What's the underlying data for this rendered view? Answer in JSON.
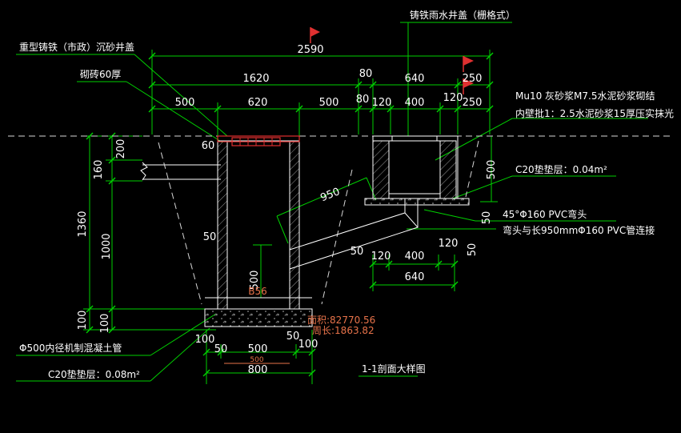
{
  "title": "1-1剖面大样图",
  "labels": {
    "grate_cover": "铸铁雨水井盖（栅格式）",
    "heavy_cover": "重型铸铁（市政）沉砂井盖",
    "brick_60": "砌砖60厚",
    "mortar_line1": "Mu10 灰砂浆M7.5水泥砂浆砌结",
    "mortar_line2": "内壁批1：2.5水泥砂浆15厚压实抹光",
    "c20_small": "C20垫垫层：0.04m²",
    "elbow": "45°Φ160 PVC弯头",
    "elbow_pipe": "弯头与长950mmΦ160 PVC管连接",
    "pipe_500": "Φ500内径机制混凝土管",
    "c20_large": "C20垫垫层：0.08m²"
  },
  "measure": {
    "area": "面积:82770.56",
    "perimeter": "周长:1863.82",
    "b56": "B56",
    "sub500": "500"
  },
  "dims": {
    "d2590": "2590",
    "d1620": "1620",
    "d80a": "80",
    "d640a": "640",
    "d250a": "250",
    "d500a": "500",
    "d620": "620",
    "d500b": "500",
    "d80b": "80",
    "d120a": "120",
    "d400a": "400",
    "d120b": "120",
    "d250b": "250",
    "d60": "60",
    "d200": "200",
    "d160": "160",
    "d1360": "1360",
    "d1000": "1000",
    "d100a": "100",
    "d100b": "100",
    "d50a": "50",
    "d500v": "500",
    "d950": "950",
    "d500r": "500",
    "d50r": "50",
    "d120c": "120",
    "d50c": "50",
    "d120d": "120",
    "d400b": "400",
    "d50d": "50",
    "d640b": "640",
    "d100c": "100",
    "d50e": "50",
    "d500c": "500",
    "d50f": "50",
    "d100d": "100",
    "d800": "800"
  },
  "colors": {
    "background": "#000000",
    "dimension": "#00d000",
    "section": "#ffffff",
    "accent": "#e03030",
    "measure_text": "#e8734a"
  },
  "icons": [
    "flag-icon",
    "flag-icon",
    "flag-icon"
  ]
}
